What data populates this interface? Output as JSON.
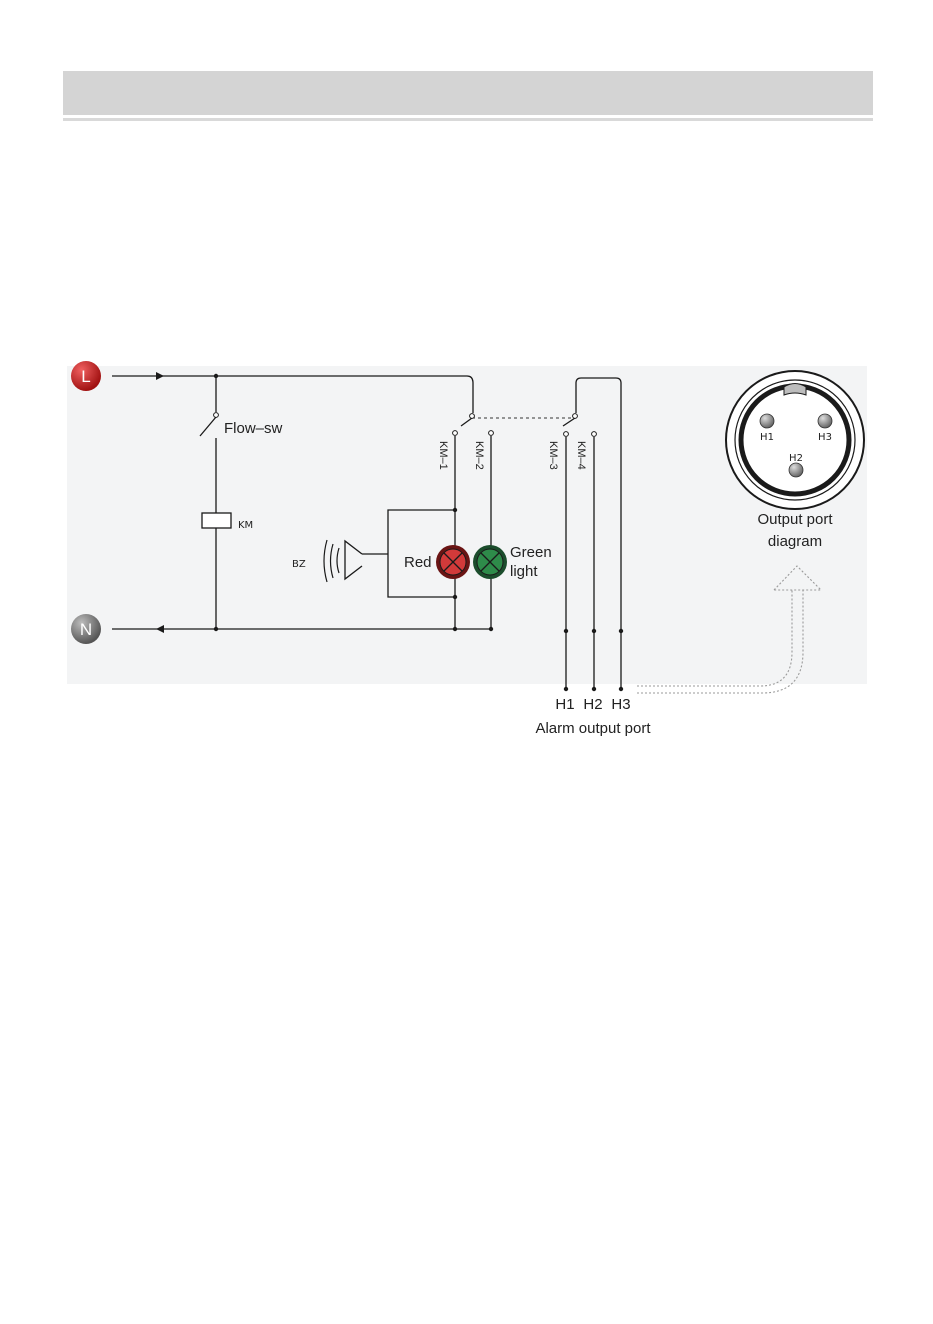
{
  "diagram": {
    "terminals": {
      "line": "L",
      "neutral": "N"
    },
    "flow_switch": "Flow–sw",
    "relay_coil": "KM",
    "contacts": [
      "KM–1",
      "KM–2",
      "KM–3",
      "KM–4"
    ],
    "buzzer": "BZ",
    "lamps": {
      "red": "Red",
      "green_line1": "Green",
      "green_line2": "light"
    },
    "alarm_pins": [
      "H1",
      "H2",
      "H3"
    ],
    "alarm_port_label": "Alarm output port",
    "port_diagram": {
      "pins": [
        "H1",
        "H3",
        "H2"
      ],
      "label_line1": "Output port",
      "label_line2": "diagram"
    }
  },
  "colors": {
    "line_terminal": "#c62020",
    "neutral_terminal": "#777777",
    "red_lamp": "#d23a3a",
    "green_lamp": "#2e8b4a",
    "wire": "#1a1a1a",
    "panel_bg": "#f3f4f5"
  }
}
